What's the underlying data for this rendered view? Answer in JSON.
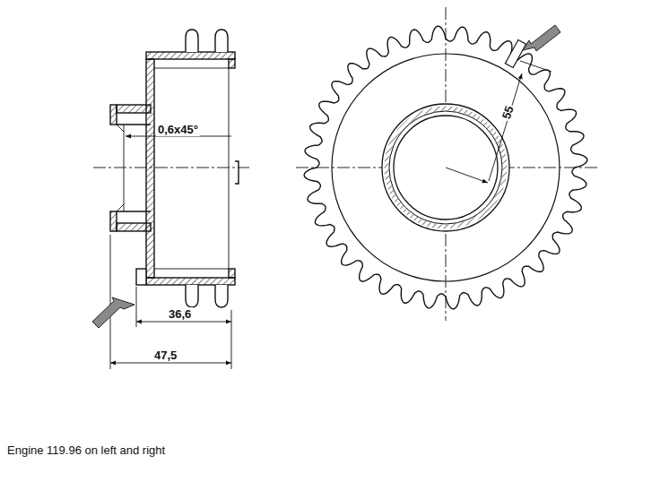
{
  "diagram": {
    "caption": "Engine 119.96 on left and right",
    "labels": [
      "0,6x45°",
      "36,6",
      "47,5",
      "55"
    ]
  }
}
